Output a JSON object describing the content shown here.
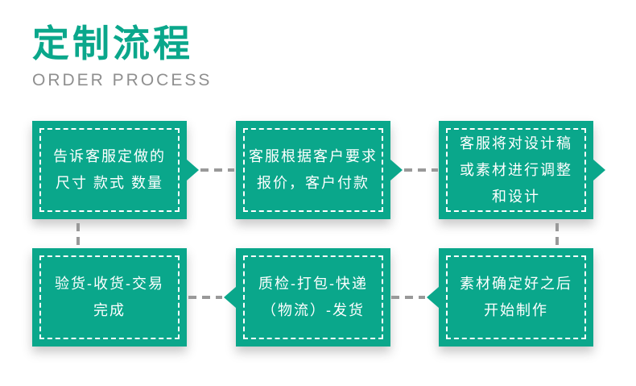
{
  "header": {
    "title": "定制流程",
    "subtitle": "ORDER PROCESS"
  },
  "colors": {
    "accent_green": "#0aa78b",
    "connector_gray": "#999999",
    "box_text": "#ffffff",
    "subtitle_gray": "#8f8f8f",
    "background": "#ffffff"
  },
  "icons": {
    "arrow_right": "right-pointing triangle (teal)",
    "arrow_left": "left-pointing triangle (teal)",
    "dashed_line": "gray dashes"
  },
  "steps": [
    {
      "id": 1,
      "lines": [
        "告诉客服定做的",
        "尺寸 款式 数量"
      ]
    },
    {
      "id": 2,
      "lines": [
        "客服根据客户要求",
        "报价，客户付款"
      ]
    },
    {
      "id": 3,
      "lines": [
        "客服将对设计稿",
        "或素材进行调整",
        "和设计"
      ]
    },
    {
      "id": 4,
      "lines": [
        "素材确定好之后",
        "开始制作"
      ]
    },
    {
      "id": 5,
      "lines": [
        "质检-打包-快递",
        "（物流）-发货"
      ]
    },
    {
      "id": 6,
      "lines": [
        "验货-收货-交易",
        "完成"
      ]
    }
  ]
}
